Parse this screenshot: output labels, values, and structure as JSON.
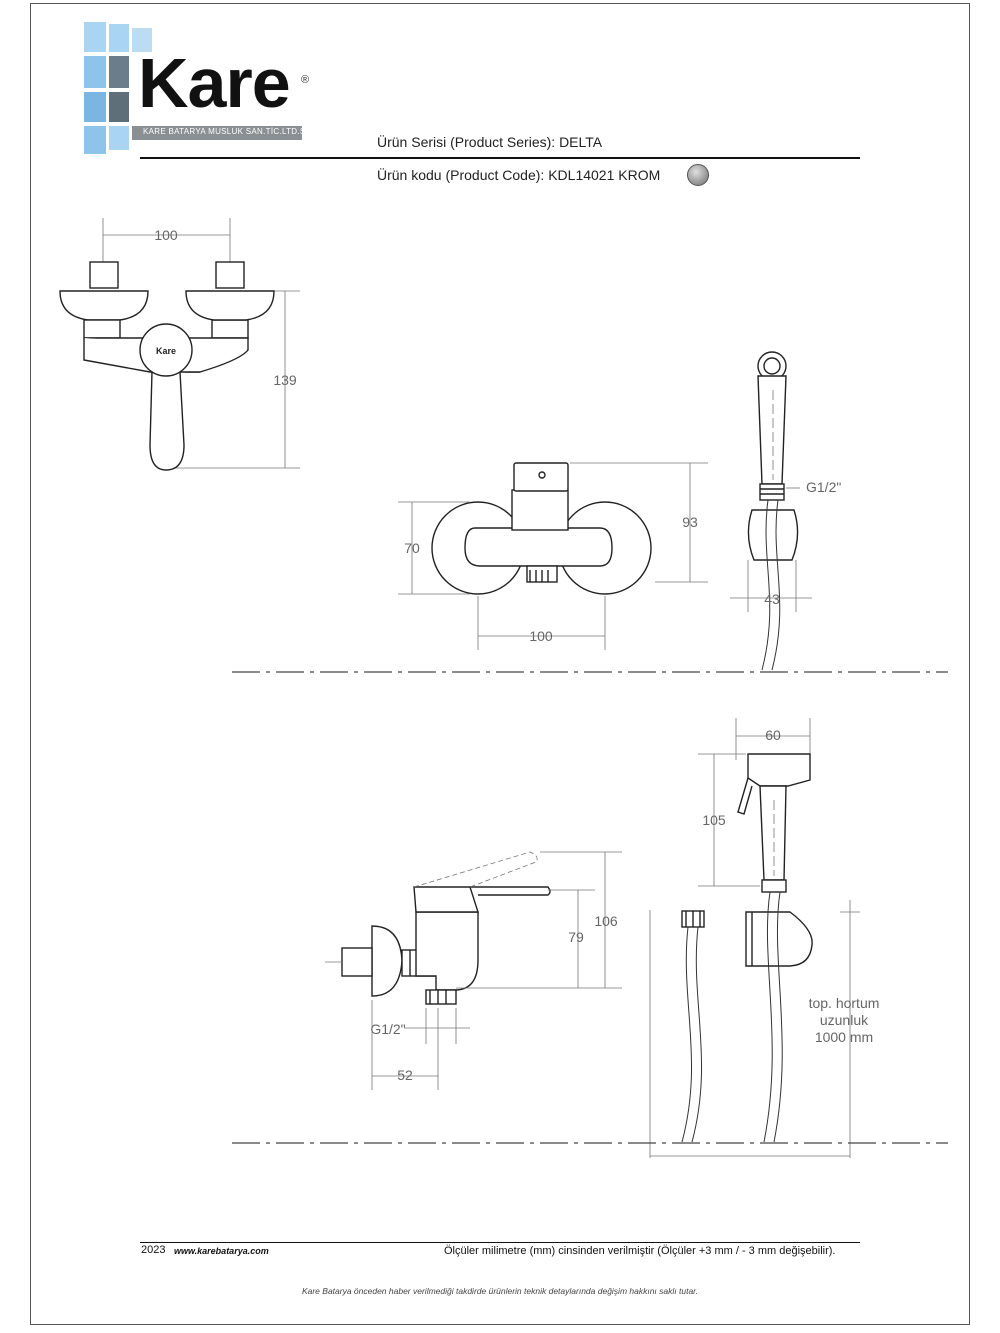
{
  "brand": {
    "name": "Kare",
    "registered_mark": "®",
    "company_line": "KARE BATARYA MUSLUK SAN.TİC.LTD.ŞTİ"
  },
  "header": {
    "series_label": "Ürün Serisi (Product Series):",
    "series_value": "DELTA",
    "code_label": "Ürün kodu (Product Code):",
    "code_value": "KDL14021 KROM",
    "finish_color": "#9a9a9a"
  },
  "drawing": {
    "front_view": {
      "width_dim": "100",
      "height_dim": "139",
      "handle_logo": "Kare"
    },
    "side_view": {
      "height_dim": "93",
      "plate_dim": "70",
      "width_dim": "100"
    },
    "hand_shower_front": {
      "thread_dim": "G1/2\"",
      "width_dim": "43"
    },
    "bottom_side_view": {
      "height_dim_1": "106",
      "height_dim_2": "79",
      "thread_dim": "G1/2\"",
      "depth_dim": "52"
    },
    "hand_shower_side": {
      "width_dim": "60",
      "height_dim": "105"
    },
    "hose_note": {
      "line1": "top. hortum",
      "line2": "uzunluk",
      "line3": "1000 mm"
    }
  },
  "footer": {
    "year": "2023",
    "website": "www.karebatarya.com",
    "units_note": "Ölçüler milimetre (mm) cinsinden verilmiştir (Ölçüler  +3 mm / - 3 mm değişebilir).",
    "disclaimer": "Kare Batarya önceden haber verilmediği takdirde ürünlerin teknik detaylarında değişim hakkını saklı tutar."
  }
}
